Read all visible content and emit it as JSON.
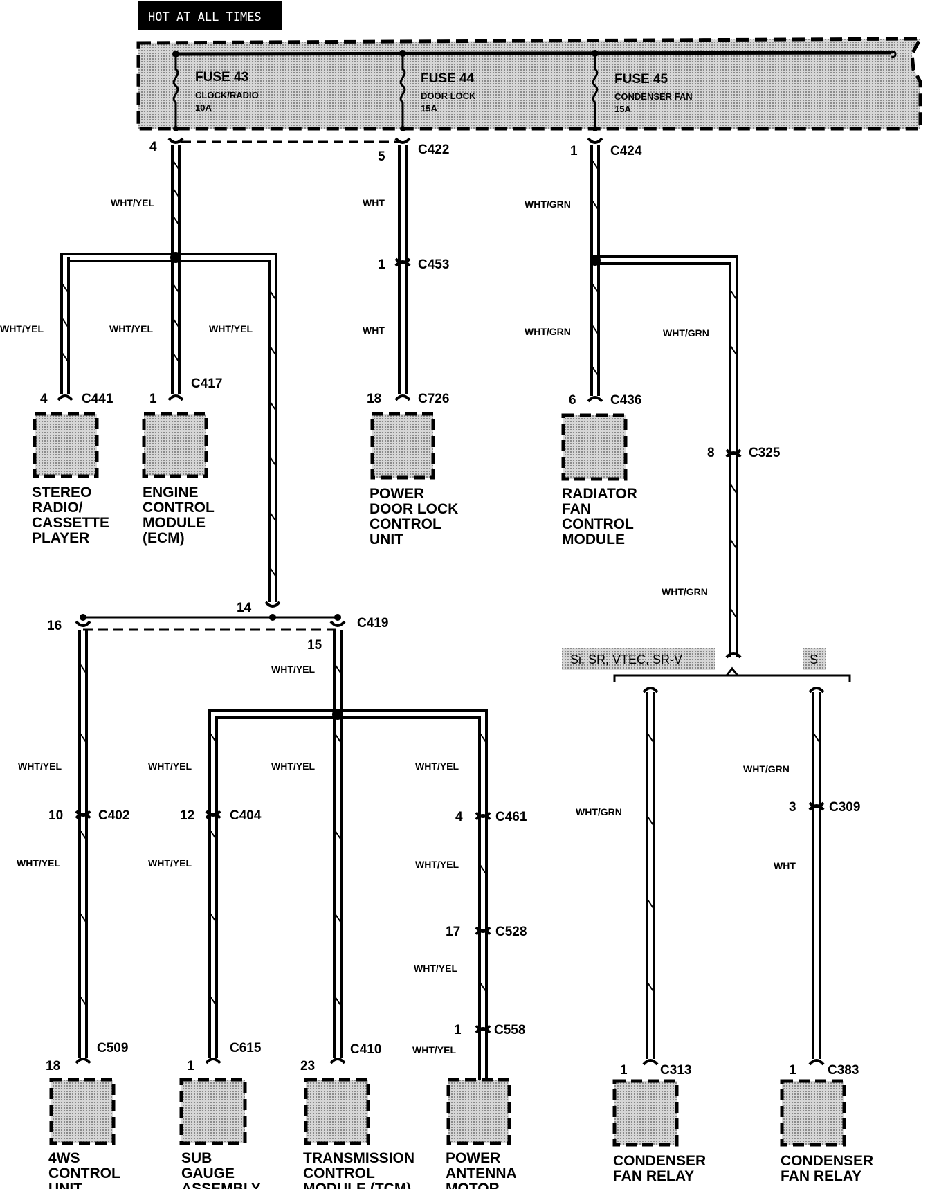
{
  "header": {
    "label": "HOT AT ALL TIMES"
  },
  "fuses": [
    {
      "name": "FUSE 43",
      "desc": "CLOCK/RADIO",
      "rating": "10A"
    },
    {
      "name": "FUSE 44",
      "desc": "DOOR LOCK",
      "rating": "15A"
    },
    {
      "name": "FUSE 45",
      "desc": "CONDENSER FAN",
      "rating": "15A"
    }
  ],
  "pins": {
    "p4_top": "4",
    "p5_c422": "5",
    "p1_c424": "1",
    "p1_c453": "1",
    "p4_c441": "4",
    "p1_c417": "1",
    "p18_c726": "18",
    "p6_c436": "6",
    "p8_c325": "8",
    "p14": "14",
    "p16": "16",
    "p15": "15",
    "p10_c402": "10",
    "p12_c404": "12",
    "p4_c461": "4",
    "p17_c528": "17",
    "p1_c558": "1",
    "p18_c509": "18",
    "p1_c615": "1",
    "p23_c410": "23",
    "p1_c313": "1",
    "p3_c309": "3",
    "p1_c383": "1"
  },
  "connectors": {
    "c422": "C422",
    "c424": "C424",
    "c453": "C453",
    "c441": "C441",
    "c417": "C417",
    "c726": "C726",
    "c436": "C436",
    "c325": "C325",
    "c419": "C419",
    "c402": "C402",
    "c404": "C404",
    "c461": "C461",
    "c528": "C528",
    "c558": "C558",
    "c509": "C509",
    "c615": "C615",
    "c410": "C410",
    "c313": "C313",
    "c309": "C309",
    "c383": "C383"
  },
  "wires": {
    "wht_yel": "WHT/YEL",
    "wht": "WHT",
    "wht_grn": "WHT/GRN"
  },
  "variants": {
    "left": "Si, SR, VTEC, SR-V",
    "right": "S"
  },
  "components": {
    "stereo": [
      "STEREO",
      "RADIO/",
      "CASSETTE",
      "PLAYER"
    ],
    "ecm": [
      "ENGINE",
      "CONTROL",
      "MODULE",
      "(ECM)"
    ],
    "door_lock": [
      "POWER",
      "DOOR LOCK",
      "CONTROL",
      "UNIT"
    ],
    "radiator": [
      "RADIATOR",
      "FAN",
      "CONTROL",
      "MODULE"
    ],
    "ws4": [
      "4WS",
      "CONTROL",
      "UNIT"
    ],
    "sub_gauge": [
      "SUB",
      "GAUGE",
      "ASSEMBLY"
    ],
    "tcm": [
      "TRANSMISSION",
      "CONTROL",
      "MODULE (TCM)"
    ],
    "antenna": [
      "POWER",
      "ANTENNA",
      "MOTOR"
    ],
    "cond1": [
      "CONDENSER",
      "FAN RELAY"
    ],
    "cond2": [
      "CONDENSER",
      "FAN RELAY"
    ]
  },
  "colors": {
    "ink": "#000000",
    "shade": "#bdbdbd",
    "paper": "#ffffff"
  }
}
